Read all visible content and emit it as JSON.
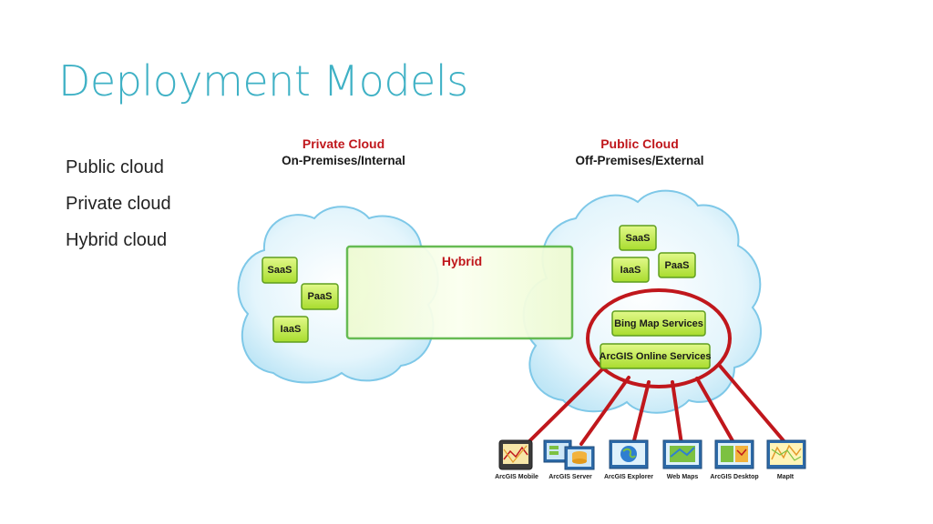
{
  "slide": {
    "title": "Deployment Models",
    "bullets": [
      "Public cloud",
      "Private cloud",
      "Hybrid cloud"
    ]
  },
  "diagram": {
    "private": {
      "title": "Private Cloud",
      "subtitle": "On-Premises/Internal",
      "boxes": [
        "SaaS",
        "PaaS",
        "IaaS"
      ]
    },
    "hybrid": {
      "label": "Hybrid"
    },
    "public": {
      "title": "Public Cloud",
      "subtitle": "Off-Premises/External",
      "boxes": [
        "SaaS",
        "IaaS",
        "PaaS"
      ],
      "services": [
        "Bing Map Services",
        "ArcGIS Online Services"
      ]
    },
    "clients": [
      {
        "label": "ArcGIS Mobile",
        "icon": "mobile-device-icon"
      },
      {
        "label": "ArcGIS Server",
        "icon": "server-icon"
      },
      {
        "label": "ArcGIS Explorer",
        "icon": "globe-icon"
      },
      {
        "label": "Web Maps",
        "icon": "web-map-icon"
      },
      {
        "label": "ArcGIS Desktop",
        "icon": "desktop-icon"
      },
      {
        "label": "MapIt",
        "icon": "spreadsheet-map-icon"
      }
    ],
    "colors": {
      "accent": "#3fb1c5",
      "red": "#c0171c",
      "cloud_fill": "#d9f1fb",
      "cloud_stroke": "#7ec8e8",
      "box_fill": "#c6ee4a",
      "box_stroke": "#5f9e1e"
    }
  }
}
